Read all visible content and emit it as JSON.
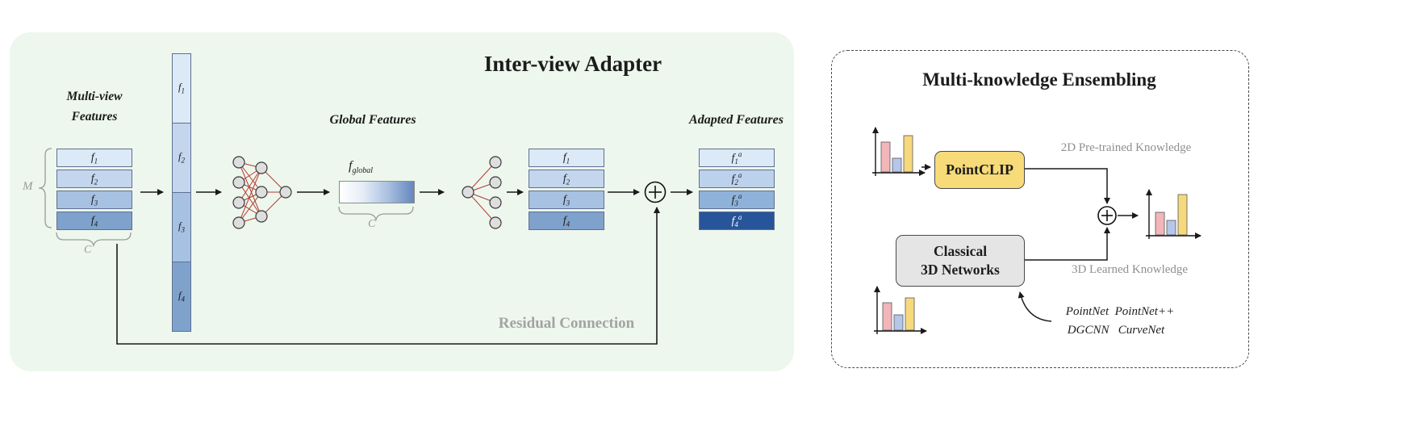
{
  "colors": {
    "panel_green_bg": "#edf7ed",
    "bar_shade1": "#dce9f7",
    "bar_shade2": "#c3d6ee",
    "bar_shade3": "#a7c1e3",
    "bar_shade4": "#7fa2cd",
    "adapted_dark_bar": "#28559a",
    "network_edge_red": "#b23b32",
    "node_fill": "#dedede",
    "hist_pink": "#f2b6ba",
    "hist_blue": "#b6c6e8",
    "hist_yellow": "#f6d97d",
    "pointclip_bg": "#f8db79",
    "classical_bg": "#e5e5e5",
    "gray_text": "#9a9a9a",
    "arrow_black": "#1a1a1a"
  },
  "icons": {
    "sum_icon": "⊕",
    "histogram_icon": "bar-chart",
    "arrow_icon": "→"
  },
  "adapter": {
    "title": "Inter-view Adapter",
    "multiview_label_line1": "Multi-view",
    "multiview_label_line2": "Features",
    "global_features_label": "Global Features",
    "adapted_features_label": "Adapted Features",
    "residual_label": "Residual Connection",
    "m_label": "M",
    "c_label_input": "C",
    "c_label_global": "C",
    "f_global": {
      "base": "f",
      "sub": "global"
    },
    "stacks": {
      "input": [
        {
          "base": "f",
          "sub": "1"
        },
        {
          "base": "f",
          "sub": "2"
        },
        {
          "base": "f",
          "sub": "3"
        },
        {
          "base": "f",
          "sub": "4"
        }
      ],
      "concat": [
        {
          "base": "f",
          "sub": "1"
        },
        {
          "base": "f",
          "sub": "2"
        },
        {
          "base": "f",
          "sub": "3"
        },
        {
          "base": "f",
          "sub": "4"
        }
      ],
      "mid": [
        {
          "base": "f",
          "sub": "1"
        },
        {
          "base": "f",
          "sub": "2"
        },
        {
          "base": "f",
          "sub": "3"
        },
        {
          "base": "f",
          "sub": "4"
        }
      ],
      "output": [
        {
          "base": "f",
          "sub": "1",
          "sup": "a"
        },
        {
          "base": "f",
          "sub": "2",
          "sup": "a"
        },
        {
          "base": "f",
          "sub": "3",
          "sup": "a"
        },
        {
          "base": "f",
          "sub": "4",
          "sup": "a"
        }
      ]
    }
  },
  "ensembling": {
    "title": "Multi-knowledge Ensembling",
    "pointclip_label": "PointCLIP",
    "classical_line1": "Classical",
    "classical_line2": "3D Networks",
    "knowledge_2d": "2D Pre-trained Knowledge",
    "knowledge_3d": "3D Learned Knowledge",
    "networks_line1": "PointNet  PointNet++",
    "networks_line2": "DGCNN   CurveNet"
  }
}
